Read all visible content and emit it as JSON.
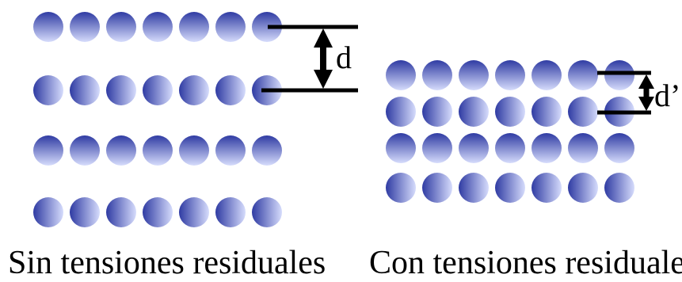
{
  "left_panel": {
    "caption": "Sin tensiones residuales",
    "spacing_label": "d",
    "atom_rows": 4,
    "atoms_per_row": 7
  },
  "right_panel": {
    "caption": "Con tensiones residuales",
    "spacing_label": "d’",
    "atom_rows": 4,
    "atoms_per_row": 7
  },
  "colors": {
    "atom_light": "#d6dcfc",
    "atom_dark": "#2f3ba3",
    "line": "#000000"
  }
}
